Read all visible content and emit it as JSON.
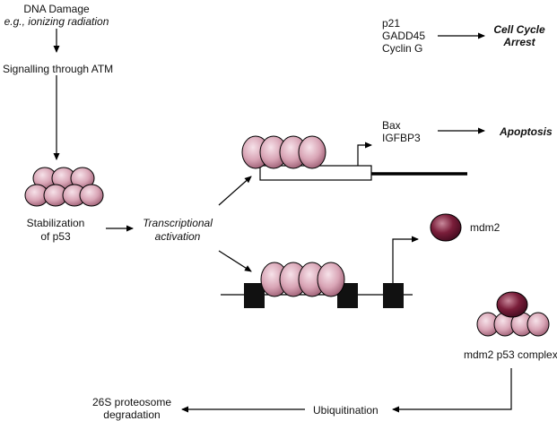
{
  "damage": {
    "line1": "DNA Damage",
    "line2": "e.g., ionizing radiation"
  },
  "signalling": "Signalling through ATM",
  "stabilization": {
    "line1": "Stabilization",
    "line2": "of p53"
  },
  "transcriptional": {
    "line1": "Transcriptional",
    "line2": "activation"
  },
  "arrest_genes": {
    "g1": "p21",
    "g2": "GADD45",
    "g3": "Cyclin G"
  },
  "arrest_outcome": {
    "line1": "Cell Cycle",
    "line2": "Arrest"
  },
  "apoptosis_genes": {
    "g1": "Bax",
    "g2": "IGFBP3"
  },
  "apoptosis_outcome": "Apoptosis",
  "mdm2": "mdm2",
  "complex": "mdm2 p53 complex",
  "ubiquitination": "Ubiquitination",
  "degradation": {
    "line1": "26S proteosome",
    "line2": "degradation"
  },
  "colors": {
    "p53_fill": "#d9a5b6",
    "p53_highlight": "#f6e2e9",
    "mdm2_fill": "#7a1e3a",
    "mdm2_highlight": "#c98a9c",
    "ink": "#000000"
  }
}
